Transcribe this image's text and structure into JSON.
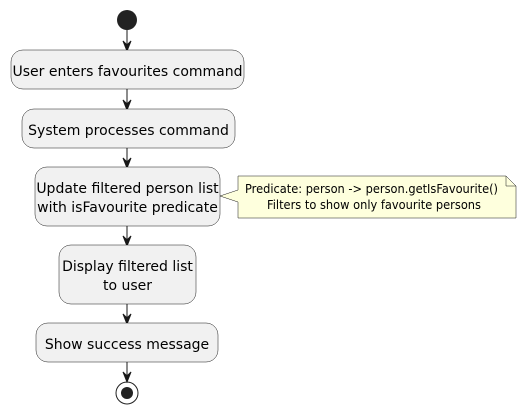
{
  "activities": [
    {
      "lines": [
        "User enters favourites command"
      ]
    },
    {
      "lines": [
        "System processes command"
      ]
    },
    {
      "lines": [
        "Update filtered person list",
        "with isFavourite predicate"
      ]
    },
    {
      "lines": [
        "Display filtered list",
        "to user"
      ]
    },
    {
      "lines": [
        "Show success message"
      ]
    }
  ],
  "note": {
    "lines": [
      "Predicate: person -> person.getIsFavourite()",
      "Filters to show only favourite persons"
    ]
  },
  "colors": {
    "activity_fill": "#f1f1f1",
    "line": "#181818",
    "note_fill": "#feffdd",
    "node": "#222222"
  }
}
